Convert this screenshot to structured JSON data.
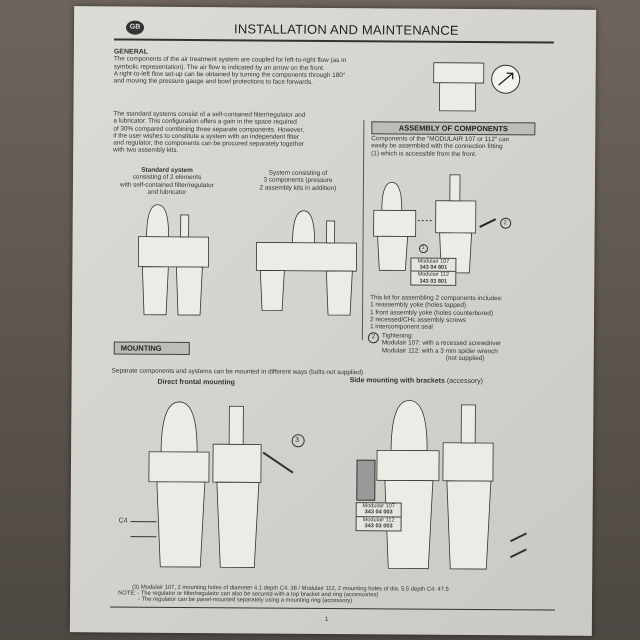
{
  "header": {
    "badge": "GB",
    "title": "INSTALLATION AND MAINTENANCE"
  },
  "general": {
    "heading": "GENERAL",
    "lines": [
      "The components of the air treatment system are coupled for left-to-right flow (as in",
      "symbolic representation). The air flow is indicated by an arrow on the front.",
      "A right-to-left flow set-up can be obtained by turning the components through 180°",
      "and moving the pressure gauge and bowl protections to face forwards."
    ]
  },
  "standard": {
    "lines": [
      "The standard systems consist of a self-contained filter/regulator and",
      "a lubricator. This configuration offers a gain in the space required",
      "of 30% compared combining three separate components. However,",
      "if the user wishes to constitute a system with an independent filter",
      "and regulator, the components can be procured separately together",
      "with two assembly kits."
    ]
  },
  "captions": {
    "standard_system": {
      "title": "Standard system",
      "l1": "consisting of 2 elements",
      "l2": "with self-contained filter/regulator",
      "l3": "and lubricator"
    },
    "three_system": {
      "l1": "System consisting of",
      "l2": "3 components (pressure",
      "l3": "2 assembly kits in addition)"
    }
  },
  "assembly": {
    "heading": "ASSEMBLY OF COMPONENTS",
    "lines": [
      "Components of the \"MODULAIR 107 or 112\" can",
      "easily be assembled with the connection fitting",
      "(1) which is accessible from the front."
    ],
    "callout_1": "1",
    "callout_2": "2",
    "codes": [
      {
        "model": "Modulair 107",
        "code": "343 04 801"
      },
      {
        "model": "Modulair 112",
        "code": "343 03 801"
      }
    ],
    "kit_intro": "This kit for assembling 2 components includes:",
    "kit_items": [
      "1 reassembly yoke (holes tapped)",
      "1 front assembly yoke (holes counterbored)",
      "2 recessed/CHc assembly screws",
      "1 intercomponent seal"
    ],
    "tightening": {
      "label": "Tightening:",
      "l1": "Modulair 107:  with a recessed screwdriver",
      "l2": "Modulair 112:  with a 3 mm spider wrench",
      "l3": "(not supplied)"
    }
  },
  "mounting": {
    "heading": "MOUNTING",
    "intro": "Separate components and systems can be mounted in different ways (bolts not supplied)",
    "direct": "Direct frontal mounting",
    "side": "Side mounting with brackets",
    "side_note": "(accessory)",
    "callout_3": "3",
    "c4": "C4",
    "codes": [
      {
        "model": "Modulair 107",
        "code": "343 04 003"
      },
      {
        "model": "Modulair 112",
        "code": "343 03 003"
      }
    ]
  },
  "footer": {
    "note3": "(3) Modulair 107, 2 mounting holes of diameter 4.1 depth C4: 38 / Modulair 112, 2 mounting holes of dia. 5.5 depth C4: 47.5",
    "note_label": "NOTE:",
    "note1": "- The regulator or filter/regulator can also be secured with a top bracket and ring (accessories)",
    "note2": "- The regulator can be panel-mounted separately using a mounting ring (accessory)",
    "page": "1"
  }
}
